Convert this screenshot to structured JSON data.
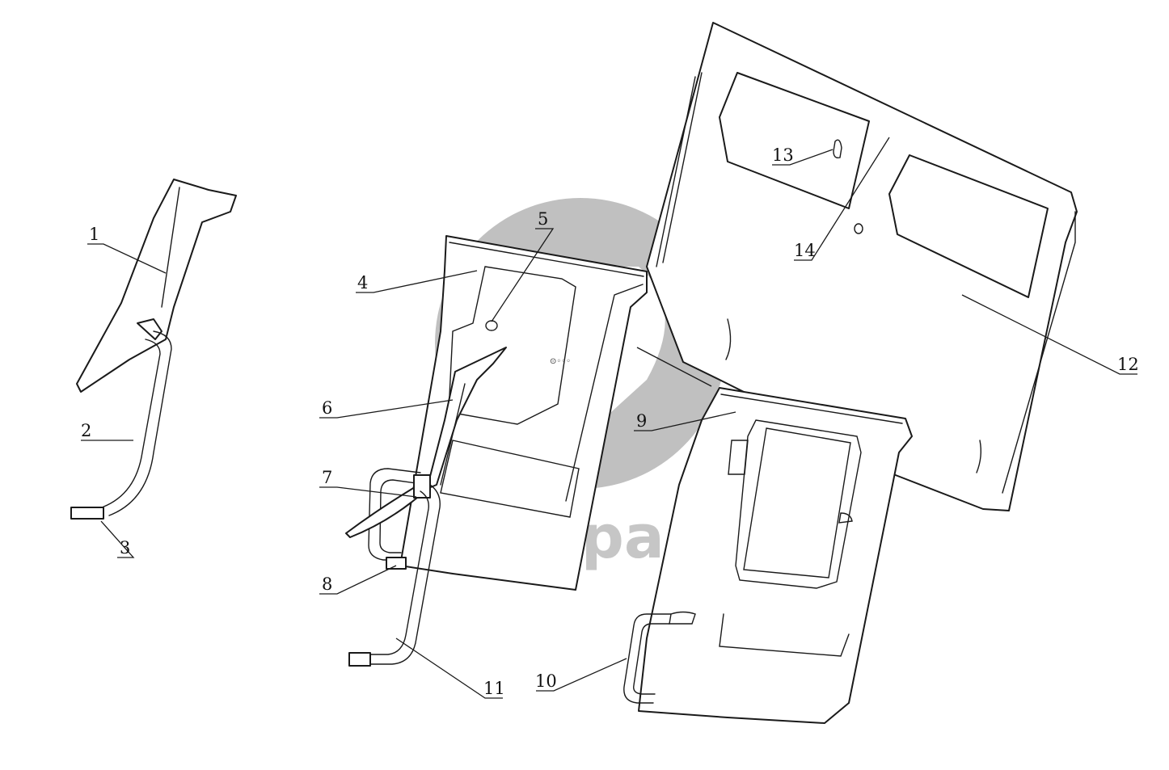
{
  "watermark": {
    "text": "data-parts",
    "color": "#bdbdbd"
  },
  "callouts": [
    {
      "number": "1"
    },
    {
      "number": "2"
    },
    {
      "number": "3"
    },
    {
      "number": "4"
    },
    {
      "number": "5"
    },
    {
      "number": "6"
    },
    {
      "number": "7"
    },
    {
      "number": "8"
    },
    {
      "number": "9"
    },
    {
      "number": "10"
    },
    {
      "number": "11"
    },
    {
      "number": "12"
    },
    {
      "number": "13"
    },
    {
      "number": "14"
    }
  ]
}
